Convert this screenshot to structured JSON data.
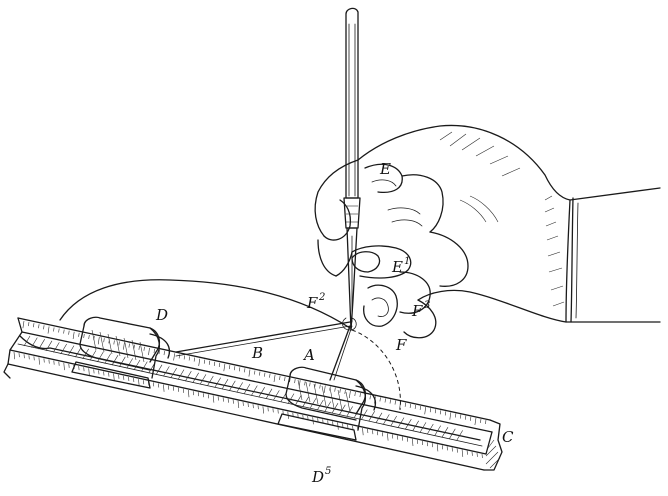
{
  "labels": {
    "E": "E",
    "E1": "E",
    "E1_sup": "1",
    "F2": "F",
    "F2_sup": "2",
    "F3": "F",
    "F3_sup": "3",
    "F": "F",
    "D": "D",
    "B": "B",
    "A": "A",
    "C": "C",
    "D5": "D",
    "D5_sup": "5"
  }
}
